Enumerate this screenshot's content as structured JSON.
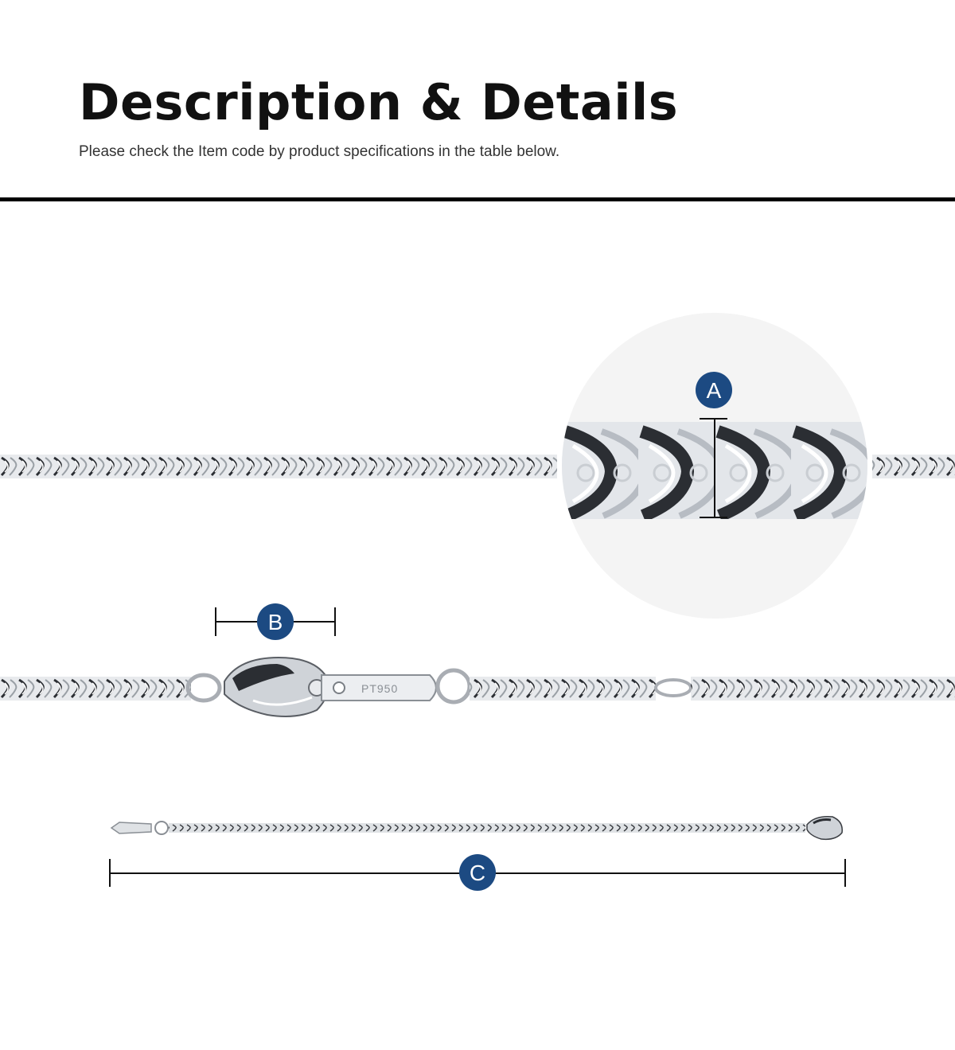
{
  "header": {
    "title": "Description & Details",
    "subtitle": "Please check the Item code by product specifications in the table below."
  },
  "markers": {
    "a": "A",
    "b": "B",
    "c": "C"
  },
  "stamp": "PT950",
  "colors": {
    "badge": "#1c4a82",
    "rule": "#000000",
    "zoom_bg": "#f4f4f4",
    "chain_light": "#d7d9dc",
    "chain_dark": "#2b2e33"
  }
}
